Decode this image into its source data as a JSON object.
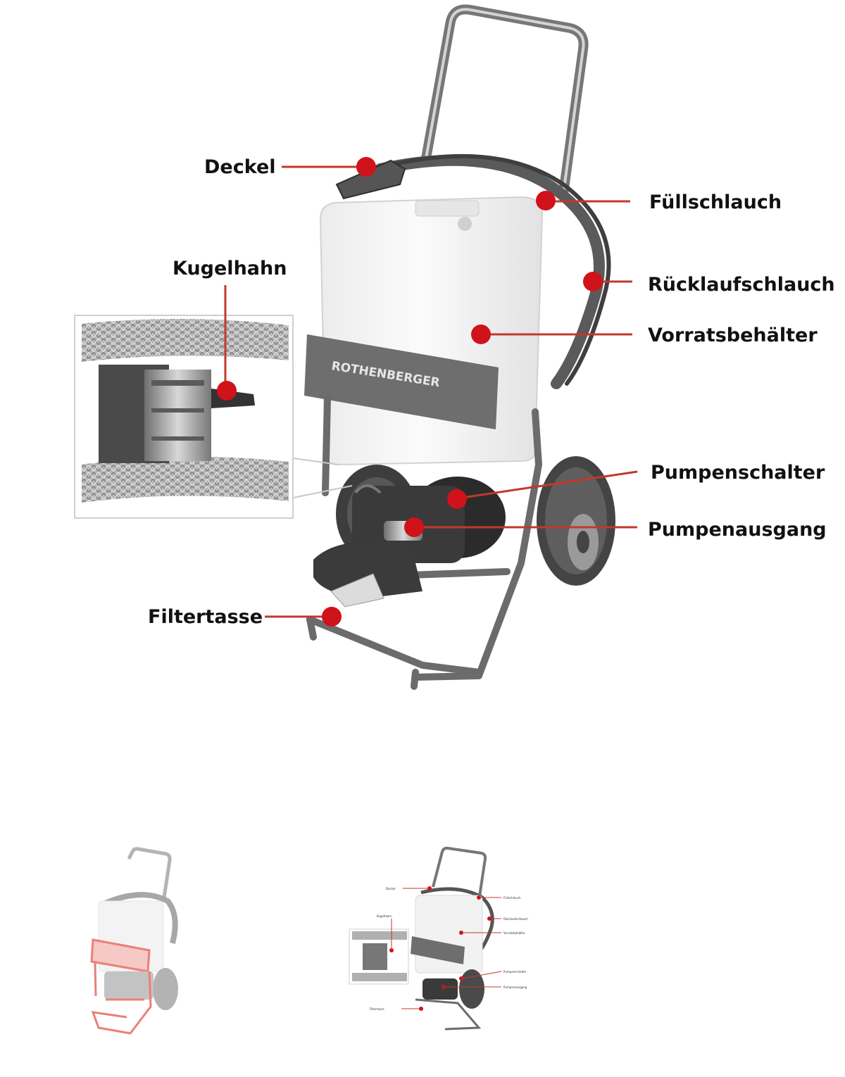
{
  "brand": {
    "logo_text": "ROTHENBERGER"
  },
  "callouts": {
    "deckel": "Deckel",
    "fuellschlauch": "Füllschlauch",
    "kugelhahn": "Kugelhahn",
    "ruecklaufschlauch": "Rücklaufschlauch",
    "vorratsbehaelter": "Vorratsbehälter",
    "pumpenschalter": "Pumpenschalter",
    "pumpenausgang": "Pumpenausgang",
    "filtertasse": "Filtertasse"
  },
  "colors": {
    "accent": "#d0121b",
    "line": "#c0392b",
    "frame": "#6b6b6b",
    "tank": "#f4f4f4",
    "highlight": "#e8534d"
  }
}
